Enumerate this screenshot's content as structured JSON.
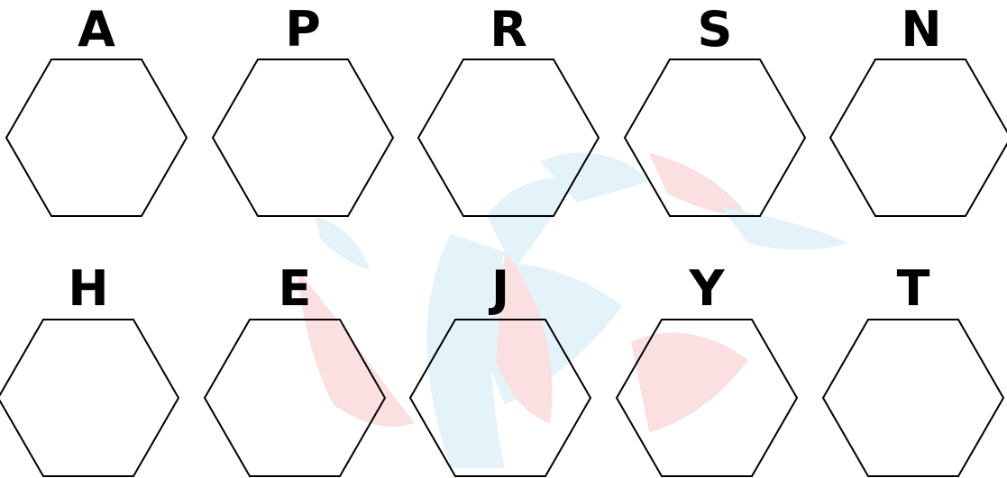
{
  "letters": {
    "row1": [
      "A",
      "P",
      "R",
      "S",
      "N"
    ],
    "row2": [
      "H",
      "E",
      "J",
      "Y",
      "T"
    ]
  },
  "colors": {
    "ink": "#000000",
    "background": "#ffffff",
    "watermark_red": "#f6c7c7",
    "watermark_blue": "#cfe8f6"
  }
}
